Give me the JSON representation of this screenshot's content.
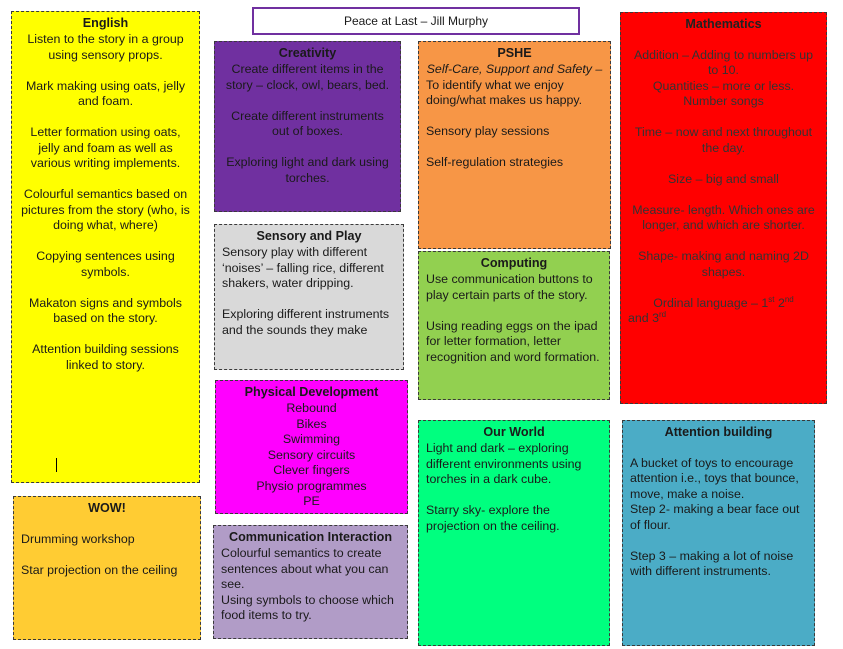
{
  "title": "Peace at Last – Jill Murphy",
  "english": {
    "heading": "English",
    "items": [
      "Listen to the story in a group using sensory props.",
      "Mark making using oats, jelly and foam.",
      "Letter formation using oats, jelly and foam as well as various writing implements.",
      "Colourful semantics based on pictures from the story (who, is doing what, where)",
      "Copying sentences using symbols.",
      "Makaton signs and symbols based on the story.",
      "Attention building sessions linked to story."
    ]
  },
  "creativity": {
    "heading": "Creativity",
    "items": [
      "Create different items in the story – clock, owl, bears, bed.",
      "Create different instruments out of boxes.",
      "Exploring light and dark using torches."
    ]
  },
  "pshe": {
    "heading": "PSHE",
    "subheading": "Self-Care, Support and Safety –",
    "items": [
      "To identify what we enjoy doing/what makes us happy.",
      "Sensory play sessions",
      "Self-regulation strategies"
    ]
  },
  "maths": {
    "heading": "Mathematics",
    "items": [
      "Addition – Adding to numbers up to 10.",
      "Quantities – more or less.",
      "Number songs",
      "Time – now and next throughout the day.",
      "Size – big and small",
      "Measure- length. Which ones are longer, and which are shorter.",
      "Shape- making and naming 2D shapes."
    ],
    "ordinal_prefix": "Ordinal language – 1",
    "ordinal_st": "st",
    "ordinal_mid": " 2",
    "ordinal_nd": "nd",
    "ordinal_and": "and 3",
    "ordinal_rd": "rd"
  },
  "sensory": {
    "heading": "Sensory and Play",
    "items": [
      "Sensory play with different ‘noises’ – falling rice, different shakers, water dripping.",
      "Exploring different instruments and the sounds they make"
    ]
  },
  "computing": {
    "heading": "Computing",
    "items": [
      "Use communication buttons to play certain parts of the story.",
      "Using reading eggs on the ipad for letter formation, letter recognition and word formation."
    ]
  },
  "physical": {
    "heading": "Physical Development",
    "items": [
      "Rebound",
      "Bikes",
      "Swimming",
      "Sensory circuits",
      "Clever fingers",
      "Physio programmes",
      "PE"
    ]
  },
  "world": {
    "heading": "Our World",
    "items": [
      "Light and dark – exploring different environments using torches in a dark cube.",
      "Starry sky- explore the projection on the ceiling."
    ]
  },
  "attention": {
    "heading": "Attention building",
    "items": [
      "A bucket of toys to encourage attention i.e., toys that bounce, move, make a noise.",
      "Step 2- making a bear face out of flour.",
      "Step 3 – making a lot of noise with different instruments."
    ]
  },
  "wow": {
    "heading": "WOW!",
    "items": [
      "Drumming workshop",
      "Star projection on the ceiling"
    ]
  },
  "communication": {
    "heading": "Communication Interaction",
    "items": [
      "Colourful semantics to create sentences about what you can see.",
      "Using symbols to choose which food items to try."
    ]
  }
}
